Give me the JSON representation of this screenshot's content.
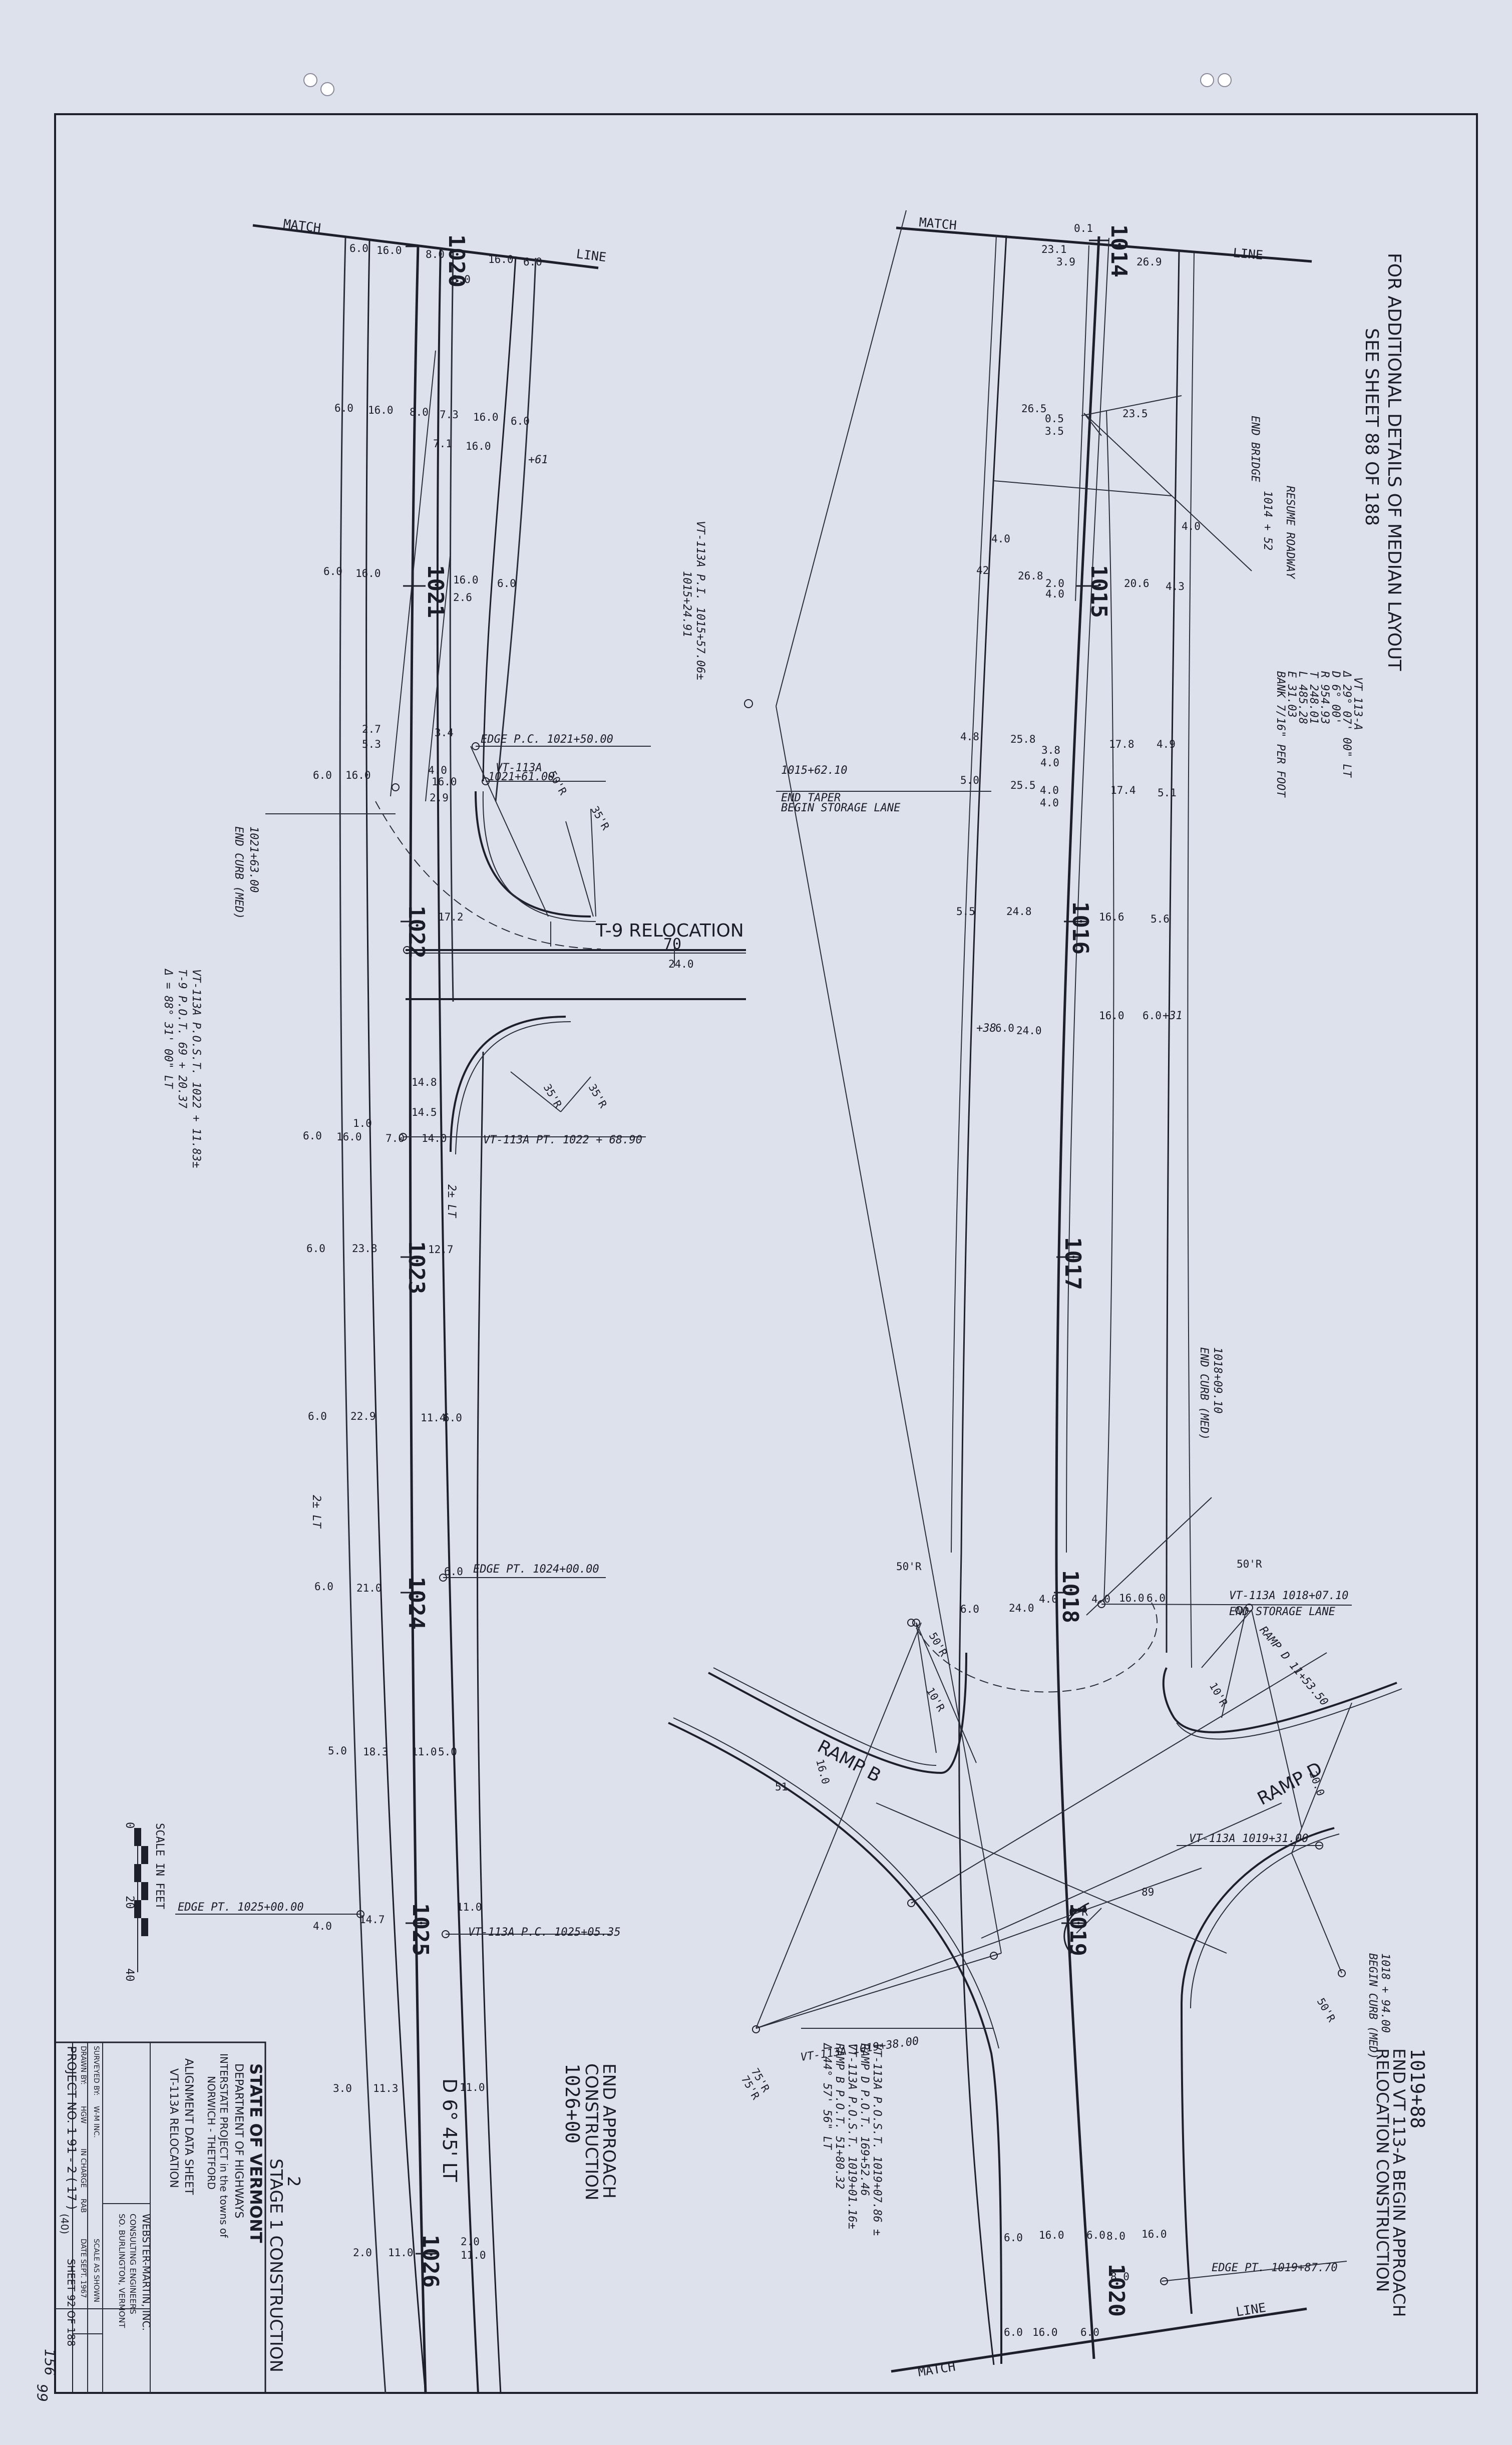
{
  "header_note": {
    "line1": "FOR ADDITIONAL DETAILS OF MEDIAN LAYOUT",
    "line2": "SEE SHEET 88 OF 188"
  },
  "match_line": {
    "match": "MATCH",
    "line": "LINE"
  },
  "stations": {
    "left": [
      "1020",
      "1021",
      "1022",
      "1023",
      "1024",
      "1025",
      "1026"
    ],
    "right": [
      "1014",
      "1015",
      "1016",
      "1017",
      "1018",
      "1019",
      "1020"
    ]
  },
  "labels": {
    "t9": "T-9 RELOCATION",
    "t9_width": "70",
    "ramp_b": "RAMP B",
    "ramp_d": "RAMP D",
    "curve": "D 6° 45' LT",
    "end_approach_station": "1026+00",
    "end_approach_1": "END APPROACH",
    "end_approach_2": "CONSTRUCTION",
    "end_vt_station": "1019+88",
    "end_vt_1": "END VT 113-A BEGIN APPROACH",
    "end_vt_2": "RELOCATION CONSTRUCTION"
  },
  "curve_data": {
    "title": "VT 113-A",
    "rows": [
      "Δ 29° 07' 00\" LT",
      "D 6° 00'",
      "R 954.93",
      "T 248.01",
      "L 485.28",
      "E 31.03",
      "BANK 7/16\" PER FOOT"
    ]
  },
  "annotations": {
    "end_bridge_sta": "1014 + 52",
    "end_bridge_1": "END BRIDGE",
    "end_bridge_2": "RESUME ROADWAY",
    "vt_pi_1": "VT-113A P.I. 1015+57.06±",
    "vt_pi_2": "1015+24.91",
    "end_taper_sta": "1015+62.10",
    "end_taper_1": "END TAPER",
    "end_taper_2": "BEGIN STORAGE LANE",
    "edge_pc_1021": "EDGE P.C. 1021+50.00",
    "vt_1021": "VT-113A",
    "vt_1021_sta": "1021+61.00",
    "end_curb_1021_sta": "1021+63.00",
    "end_curb_1021": "END CURB (MED)",
    "post_1_a": "VT-113A P.O.S.T. 1022 + 11.83±",
    "post_1_b": "T-9 P.O.T. 69 + 20.37",
    "post_1_c": "Δ = 88° 31' 00\" LT",
    "pt_1022": "VT-113A PT. 1022 + 68.90",
    "edge_pt_1024": "EDGE PT. 1024+00.00",
    "end_curb_1018_sta": "1018+09.10",
    "end_curb_1018": "END CURB (MED)",
    "vt_1018": "VT-113A 1018+07.10",
    "end_storage": "END STORAGE LANE",
    "ramp_d_sta": "RAMP D 11+53.50",
    "edge_pt_1025": "EDGE PT. 1025+00.00",
    "pc_1025": "VT-113A  P.C. 1025+05.35",
    "vt_1019_31": "VT-113A 1019+31.00",
    "vt_1019_38": "VT-113A 1019+38.00",
    "begin_curb_sta": "1018 + 94.00",
    "begin_curb": "BEGIN CURB (MED)",
    "post_2_a": "VT-113A P.O.S.T. 1019+07.86 ±",
    "post_2_b": "RAMP D P.O.T. 169+52.46",
    "post_2_c": "VT-113A P.O.S.T. 1019+01.16±",
    "post_2_d": "RAMP B P.O.T. 51+80.32",
    "post_2_e": "Δ 44° 57' 56\" LT",
    "edge_pt_1019": "EDGE PT. 1019+87.70",
    "plus61": "+61",
    "plus38": "+38",
    "plus31": "+31",
    "lt2a": "2± LT",
    "lt2b": "2± LT"
  },
  "dims_left": [
    "6.0",
    "16.0",
    "8.0",
    "8.0",
    "16.0",
    "6.0",
    "6.0",
    "16.0",
    "8.0",
    "7.3",
    "16.0",
    "6.0",
    "7.1",
    "16.0",
    "6.0",
    "16.0",
    "16.0",
    "6.0",
    "2.6",
    "2.7",
    "5.3",
    "3.4",
    "4.0",
    "16.0",
    "2.9",
    "6.0",
    "16.0",
    "17.2",
    "14.8",
    "14.5",
    "6.0",
    "16.0",
    "7.0",
    "14.0",
    "6.0",
    "23.8",
    "12.7",
    "6.0",
    "22.9",
    "11.4",
    "6.0",
    "6.0",
    "21.0",
    "6.0",
    "5.0",
    "18.3",
    "11.0",
    "5.0",
    "4.0",
    "14.7",
    "11.0",
    "3.0",
    "11.3",
    "11.0",
    "2.0",
    "11.0",
    "2.0",
    "11.0",
    "1.0",
    "50'R",
    "35'R",
    "35'R",
    "35'R",
    "24.0"
  ],
  "dims_right": [
    "0.1",
    "23.1",
    "3.9",
    "26.9",
    "26.5",
    "0.5",
    "3.5",
    "23.5",
    "4.0",
    "26.8",
    "2.0",
    "4.0",
    "20.6",
    "4.3",
    "4.0",
    "42",
    "4.8",
    "25.8",
    "3.8",
    "4.0",
    "17.8",
    "4.9",
    "5.0",
    "25.5",
    "4.0",
    "4.0",
    "17.4",
    "5.1",
    "5.5",
    "24.8",
    "16.6",
    "5.6",
    "6.0",
    "24.0",
    "16.0",
    "6.0",
    "6.0",
    "24.0",
    "4.0",
    "4.0",
    "16.0",
    "6.0",
    "50'R",
    "50'R",
    "50'R",
    "10'R",
    "10'R",
    "16.0",
    "51",
    "89",
    "20.0",
    "6.0",
    "16.0",
    "6.0",
    "8.0",
    "16.0",
    "8.0",
    "6.0",
    "16.0",
    "6.0",
    "75'R",
    "75'R",
    "6'R",
    "50'R"
  ],
  "scale": {
    "zero": "0",
    "twenty": "20",
    "forty": "40",
    "caption": "SCALE IN FEET"
  },
  "title_block": {
    "stage": "STAGE 1 CONSTRUCTION",
    "stage_num": "2",
    "state": "STATE OF VERMONT",
    "dept": "DEPARTMENT OF HIGHWAYS",
    "project_desc": "INTERSTATE PROJECT in the towns of",
    "towns": "NORWICH - THETFORD",
    "sheet_title": "ALIGNMENT DATA SHEET",
    "subtitle": "VT-113A RELOCATION",
    "firm": "WEBSTER-MARTIN, INC.",
    "firm_2": "CONSULTING ENGINEERS",
    "firm_3": "SO. BURLINGTON, VERMONT",
    "surveyed": "SURVEYED BY:",
    "drawn": "DRAWN BY:",
    "surveyed_val": "W-M INC.",
    "drawn_val": "HGW",
    "in_charge": "IN CHARGE",
    "in_charge_val": "RAB",
    "scale_label": "SCALE AS SHOWN",
    "date_label": "DATE SEPT. 1967",
    "project": "PROJECT NO. 1 91 - 2 ( 17 )",
    "sub": "(40)",
    "sheet": "SHEET 92 OF 188",
    "hand1": "156",
    "hand2": "99"
  }
}
